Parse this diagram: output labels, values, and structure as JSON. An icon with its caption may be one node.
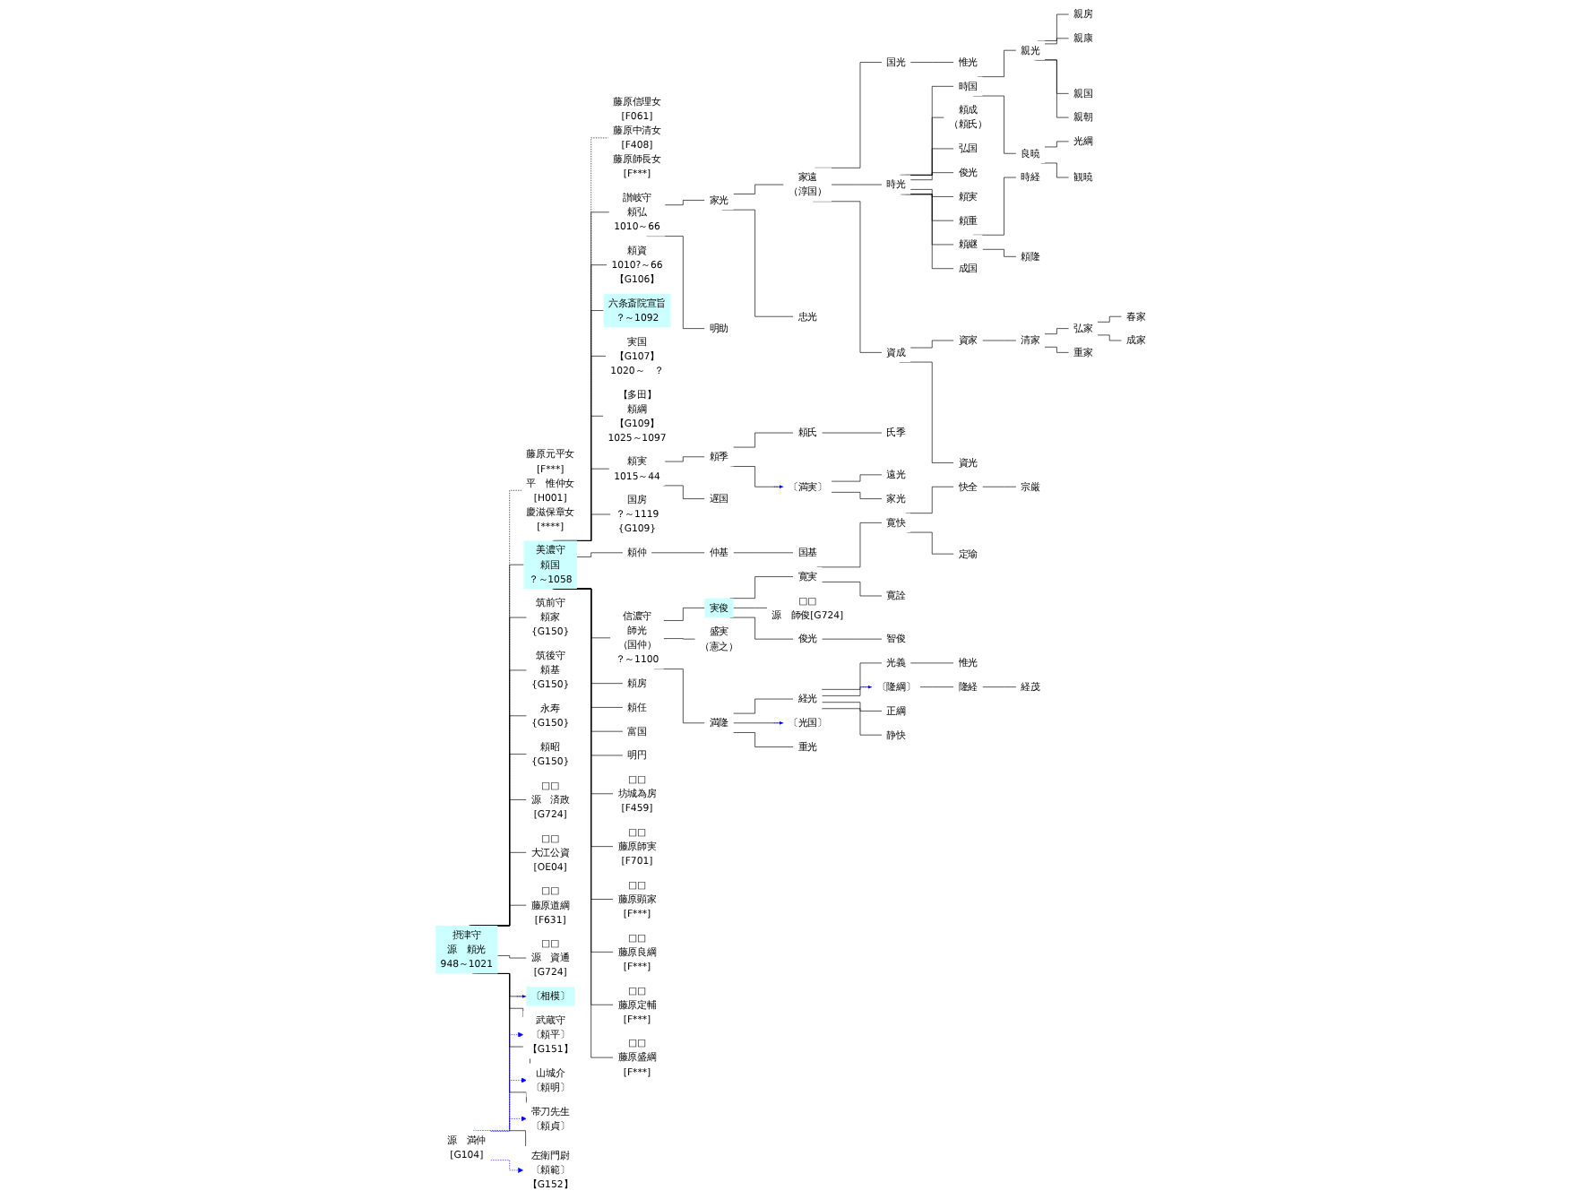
{
  "diagram": {
    "nodes": [
      {
        "text": [
          "摂津守",
          "源　頼光",
          "948～1021"
        ]
      },
      {
        "text": [
          "藤原元平女 [F***]",
          "平　惟仲女 [H001]",
          "慶滋保章女 [****]"
        ]
      },
      {
        "text": [
          "美濃守",
          "頼国",
          "？～1058"
        ]
      },
      {
        "text": [
          "藤原信理女 [F061]",
          "藤原中清女 [F408]",
          "藤原師長女 [F***]"
        ]
      },
      {
        "text": [
          "筑前守",
          "頼家",
          "{G150}"
        ]
      },
      {
        "text": [
          "筑後守",
          "頼基",
          "{G150}"
        ]
      },
      {
        "text": [
          "永寿",
          "{G150}"
        ]
      },
      {
        "text": [
          "頼昭",
          "{G150}"
        ]
      },
      {
        "text": [
          "□□",
          "源　済政 [G724]"
        ]
      },
      {
        "text": [
          "□□",
          "大江公資 [OE04]"
        ]
      },
      {
        "text": [
          "□□",
          "藤原道綱 [F631]"
        ]
      },
      {
        "text": [
          "□□",
          "源　資通 [G724]"
        ]
      },
      {
        "text": [
          "〔相模〕"
        ]
      },
      {
        "text": [
          "讃岐守",
          "頼弘",
          "1010～66"
        ]
      },
      {
        "text": [
          "頼資",
          "1010?～66",
          "【G106】"
        ]
      },
      {
        "text": [
          "六条斎院宣旨",
          "？～1092"
        ]
      },
      {
        "text": [
          "実国",
          "【G107】",
          "1020～　？"
        ]
      },
      {
        "text": [
          "【多田】",
          "頼綱",
          "【G109】",
          "1025～1097"
        ]
      },
      {
        "text": [
          "頼実",
          "1015～44"
        ]
      },
      {
        "text": [
          "国房",
          "？～1119",
          "{G109}"
        ]
      },
      {
        "text": [
          "頼仲"
        ]
      },
      {
        "text": [
          "信濃守",
          "師光",
          "（国仲）",
          "？～1100"
        ]
      },
      {
        "text": [
          "頼房"
        ]
      },
      {
        "text": [
          "頼任"
        ]
      },
      {
        "text": [
          "富国"
        ]
      },
      {
        "text": [
          "明円"
        ]
      },
      {
        "text": [
          "□□",
          "坊城為房 [F459]"
        ]
      },
      {
        "text": [
          "□□",
          "藤原師実 [F701]"
        ]
      },
      {
        "text": [
          "□□",
          "藤原顕家 [F***]"
        ]
      },
      {
        "text": [
          "□□",
          "藤原良綱 [F***]"
        ]
      },
      {
        "text": [
          "□□",
          "藤原定輔 [F***]"
        ]
      },
      {
        "text": [
          "□□",
          "藤原盛綱 [F***]"
        ]
      },
      {
        "text": [
          "家光"
        ]
      },
      {
        "text": [
          "明助"
        ]
      },
      {
        "text": [
          "家遠",
          "（淳国）"
        ]
      },
      {
        "text": [
          "忠光"
        ]
      },
      {
        "text": [
          "国光"
        ]
      },
      {
        "text": [
          "時光"
        ]
      },
      {
        "text": [
          "資成"
        ]
      },
      {
        "text": [
          "惟光"
        ]
      },
      {
        "text": [
          "時国"
        ]
      },
      {
        "text": [
          "頼成",
          "（頼氏）"
        ]
      },
      {
        "text": [
          "弘国"
        ]
      },
      {
        "text": [
          "俊光"
        ]
      },
      {
        "text": [
          "頼実"
        ]
      },
      {
        "text": [
          "頼重"
        ]
      },
      {
        "text": [
          "頼継"
        ]
      },
      {
        "text": [
          "成国"
        ]
      },
      {
        "text": [
          "親光"
        ]
      },
      {
        "text": [
          "良暁"
        ]
      },
      {
        "text": [
          "親房"
        ]
      },
      {
        "text": [
          "親康"
        ]
      },
      {
        "text": [
          "親国"
        ]
      },
      {
        "text": [
          "親朝"
        ]
      },
      {
        "text": [
          "光綱"
        ]
      },
      {
        "text": [
          "観暁"
        ]
      },
      {
        "text": [
          "時経"
        ]
      },
      {
        "text": [
          "頼隆"
        ]
      },
      {
        "text": [
          "資家"
        ]
      },
      {
        "text": [
          "資光"
        ]
      },
      {
        "text": [
          "清家"
        ]
      },
      {
        "text": [
          "弘家"
        ]
      },
      {
        "text": [
          "重家"
        ]
      },
      {
        "text": [
          "春家"
        ]
      },
      {
        "text": [
          "成家"
        ]
      },
      {
        "text": [
          "頼季"
        ]
      },
      {
        "text": [
          "遅国"
        ]
      },
      {
        "text": [
          "頼氏"
        ]
      },
      {
        "text": [
          "〔満実〕"
        ]
      },
      {
        "text": [
          "氏季"
        ]
      },
      {
        "text": [
          "遠光"
        ]
      },
      {
        "text": [
          "家光"
        ]
      },
      {
        "text": [
          "仲基"
        ]
      },
      {
        "text": [
          "国基"
        ]
      },
      {
        "text": [
          "実俊"
        ]
      },
      {
        "text": [
          "盛実",
          "（憲之）"
        ]
      },
      {
        "text": [
          "満隆"
        ]
      },
      {
        "text": [
          "寛実"
        ]
      },
      {
        "text": [
          "□□",
          "源　師俊[G724]"
        ]
      },
      {
        "text": [
          "俊光"
        ]
      },
      {
        "text": [
          "寛快"
        ]
      },
      {
        "text": [
          "寛詮"
        ]
      },
      {
        "text": [
          "快全"
        ]
      },
      {
        "text": [
          "定瑜"
        ]
      },
      {
        "text": [
          "宗厳"
        ]
      },
      {
        "text": [
          "智俊"
        ]
      },
      {
        "text": [
          "経光"
        ]
      },
      {
        "text": [
          "〔光国〕"
        ]
      },
      {
        "text": [
          "重光"
        ]
      },
      {
        "text": [
          "光義"
        ]
      },
      {
        "text": [
          "〔隆綱〕"
        ]
      },
      {
        "text": [
          "正綱"
        ]
      },
      {
        "text": [
          "静快"
        ]
      },
      {
        "text": [
          "惟光"
        ]
      },
      {
        "text": [
          "隆経"
        ]
      },
      {
        "text": [
          "経茂"
        ]
      },
      {
        "text": [
          "源　満仲 [G104]"
        ]
      },
      {
        "text": [
          "武蔵守",
          "〔頼平〕",
          "【G151】"
        ]
      },
      {
        "text": [
          "山城介",
          "〔頼明〕"
        ]
      },
      {
        "text": [
          "帯刀先生",
          "〔頼貞〕"
        ]
      },
      {
        "text": [
          "左衛門尉",
          "〔頼範〕",
          "【G152】"
        ]
      }
    ],
    "edges": [
      {
        "from": 0,
        "to": 1,
        "arrow": "none",
        "style": "dashed"
      },
      {
        "from": 0,
        "to": 2,
        "arrow": "none"
      },
      {
        "from": 2,
        "to": 3,
        "arrow": "none",
        "style": "dashed"
      },
      {
        "from": 0,
        "to": 4,
        "arrow": "none"
      },
      {
        "from": 0,
        "to": 5,
        "arrow": "none"
      },
      {
        "from": 0,
        "to": 6,
        "arrow": "none"
      },
      {
        "from": 0,
        "to": 7,
        "arrow": "none"
      },
      {
        "from": 0,
        "to": 8,
        "arrow": "none"
      },
      {
        "from": 0,
        "to": 9,
        "arrow": "none"
      },
      {
        "from": 0,
        "to": 10,
        "arrow": "none"
      },
      {
        "from": 0,
        "to": 11,
        "arrow": "none"
      },
      {
        "from": 0,
        "to": 12,
        "arrow": "none"
      },
      {
        "from": null,
        "to": 12,
        "arrow": "to",
        "style": "dashed",
        "color": "#0000ff"
      },
      {
        "from": 0,
        "to": 97,
        "arrow": "none"
      },
      {
        "from": 0,
        "to": 98,
        "arrow": "none"
      },
      {
        "from": 0,
        "to": 99,
        "arrow": "none"
      },
      {
        "from": 0,
        "to": 100,
        "arrow": "none"
      },
      {
        "from": 2,
        "to": 13,
        "arrow": "none"
      },
      {
        "from": 2,
        "to": 14,
        "arrow": "none"
      },
      {
        "from": 2,
        "to": 15,
        "arrow": "none"
      },
      {
        "from": 2,
        "to": 16,
        "arrow": "none"
      },
      {
        "from": 2,
        "to": 17,
        "arrow": "none"
      },
      {
        "from": 2,
        "to": 18,
        "arrow": "none"
      },
      {
        "from": 2,
        "to": 19,
        "arrow": "none"
      },
      {
        "from": 2,
        "to": 20,
        "arrow": "none"
      },
      {
        "from": 2,
        "to": 21,
        "arrow": "none"
      },
      {
        "from": 2,
        "to": 22,
        "arrow": "none"
      },
      {
        "from": 2,
        "to": 23,
        "arrow": "none"
      },
      {
        "from": 2,
        "to": 24,
        "arrow": "none"
      },
      {
        "from": 2,
        "to": 25,
        "arrow": "none"
      },
      {
        "from": 2,
        "to": 26,
        "arrow": "none"
      },
      {
        "from": 2,
        "to": 27,
        "arrow": "none"
      },
      {
        "from": 2,
        "to": 28,
        "arrow": "none"
      },
      {
        "from": 2,
        "to": 29,
        "arrow": "none"
      },
      {
        "from": 2,
        "to": 30,
        "arrow": "none"
      },
      {
        "from": 2,
        "to": 31,
        "arrow": "none"
      },
      {
        "from": 13,
        "to": 32,
        "arrow": "none"
      },
      {
        "from": 13,
        "to": 33,
        "arrow": "none"
      },
      {
        "from": 32,
        "to": 34,
        "arrow": "none"
      },
      {
        "from": 32,
        "to": 35,
        "arrow": "none"
      },
      {
        "from": 34,
        "to": 36,
        "arrow": "none"
      },
      {
        "from": 34,
        "to": 37,
        "arrow": "none"
      },
      {
        "from": 34,
        "to": 38,
        "arrow": "none"
      },
      {
        "from": 36,
        "to": 39,
        "arrow": "none"
      },
      {
        "from": 37,
        "to": 40,
        "arrow": "none"
      },
      {
        "from": 37,
        "to": 41,
        "arrow": "none"
      },
      {
        "from": 37,
        "to": 42,
        "arrow": "none"
      },
      {
        "from": 37,
        "to": 43,
        "arrow": "none"
      },
      {
        "from": 37,
        "to": 44,
        "arrow": "none"
      },
      {
        "from": 37,
        "to": 45,
        "arrow": "none"
      },
      {
        "from": 37,
        "to": 46,
        "arrow": "none"
      },
      {
        "from": 37,
        "to": 47,
        "arrow": "none"
      },
      {
        "from": 40,
        "to": 48,
        "arrow": "none"
      },
      {
        "from": 40,
        "to": 49,
        "arrow": "none"
      },
      {
        "from": 48,
        "to": 50,
        "arrow": "none"
      },
      {
        "from": 48,
        "to": 51,
        "arrow": "none"
      },
      {
        "from": 48,
        "to": 52,
        "arrow": "none"
      },
      {
        "from": 48,
        "to": 53,
        "arrow": "none"
      },
      {
        "from": 49,
        "to": 54,
        "arrow": "none"
      },
      {
        "from": 49,
        "to": 55,
        "arrow": "none"
      },
      {
        "from": 46,
        "to": 56,
        "arrow": "none"
      },
      {
        "from": 46,
        "to": 57,
        "arrow": "none"
      },
      {
        "from": 38,
        "to": 58,
        "arrow": "none"
      },
      {
        "from": 38,
        "to": 59,
        "arrow": "none"
      },
      {
        "from": 58,
        "to": 60,
        "arrow": "none"
      },
      {
        "from": 60,
        "to": 61,
        "arrow": "none"
      },
      {
        "from": 60,
        "to": 62,
        "arrow": "none"
      },
      {
        "from": 61,
        "to": 63,
        "arrow": "none"
      },
      {
        "from": 61,
        "to": 64,
        "arrow": "none"
      },
      {
        "from": 18,
        "to": 65,
        "arrow": "none"
      },
      {
        "from": 18,
        "to": 66,
        "arrow": "none"
      },
      {
        "from": 65,
        "to": 67,
        "arrow": "none"
      },
      {
        "from": 65,
        "to": 68,
        "arrow": "none"
      },
      {
        "from": null,
        "to": 68,
        "arrow": "to",
        "style": "dashed",
        "color": "#0000ff"
      },
      {
        "from": 67,
        "to": 69,
        "arrow": "none"
      },
      {
        "from": 68,
        "to": 70,
        "arrow": "none"
      },
      {
        "from": 68,
        "to": 71,
        "arrow": "none"
      },
      {
        "from": 20,
        "to": 72,
        "arrow": "none"
      },
      {
        "from": 72,
        "to": 73,
        "arrow": "none"
      },
      {
        "from": 21,
        "to": 74,
        "arrow": "none"
      },
      {
        "from": 21,
        "to": 75,
        "arrow": "none"
      },
      {
        "from": 21,
        "to": 76,
        "arrow": "none"
      },
      {
        "from": 74,
        "to": 77,
        "arrow": "none"
      },
      {
        "from": 74,
        "to": 78,
        "arrow": "none"
      },
      {
        "from": 74,
        "to": 79,
        "arrow": "none"
      },
      {
        "from": 77,
        "to": 80,
        "arrow": "none"
      },
      {
        "from": 77,
        "to": 81,
        "arrow": "none"
      },
      {
        "from": 80,
        "to": 82,
        "arrow": "none"
      },
      {
        "from": 80,
        "to": 83,
        "arrow": "none"
      },
      {
        "from": 82,
        "to": 84,
        "arrow": "none"
      },
      {
        "from": 79,
        "to": 85,
        "arrow": "none"
      },
      {
        "from": 76,
        "to": 86,
        "arrow": "none"
      },
      {
        "from": 76,
        "to": 87,
        "arrow": "none"
      },
      {
        "from": 76,
        "to": 88,
        "arrow": "none"
      },
      {
        "from": null,
        "to": 87,
        "arrow": "to",
        "style": "dashed",
        "color": "#0000ff"
      },
      {
        "from": 86,
        "to": 89,
        "arrow": "none"
      },
      {
        "from": 86,
        "to": 90,
        "arrow": "none"
      },
      {
        "from": 86,
        "to": 91,
        "arrow": "none"
      },
      {
        "from": 86,
        "to": 92,
        "arrow": "none"
      },
      {
        "from": null,
        "to": 90,
        "arrow": "to",
        "style": "dashed",
        "color": "#0000ff"
      },
      {
        "from": 89,
        "to": 93,
        "arrow": "none"
      },
      {
        "from": 90,
        "to": 94,
        "arrow": "none"
      },
      {
        "from": 94,
        "to": 95,
        "arrow": "none"
      },
      {
        "from": 96,
        "to": 97,
        "arrow": "to",
        "style": "dashed",
        "color": "#0000ff"
      },
      {
        "from": 96,
        "to": 98,
        "arrow": "to",
        "style": "dashed",
        "color": "#0000ff"
      },
      {
        "from": 96,
        "to": 99,
        "arrow": "to",
        "style": "dashed",
        "color": "#0000ff"
      },
      {
        "from": 96,
        "to": 100,
        "arrow": "to",
        "style": "dashed",
        "color": "#0000ff"
      }
    ]
  }
}
